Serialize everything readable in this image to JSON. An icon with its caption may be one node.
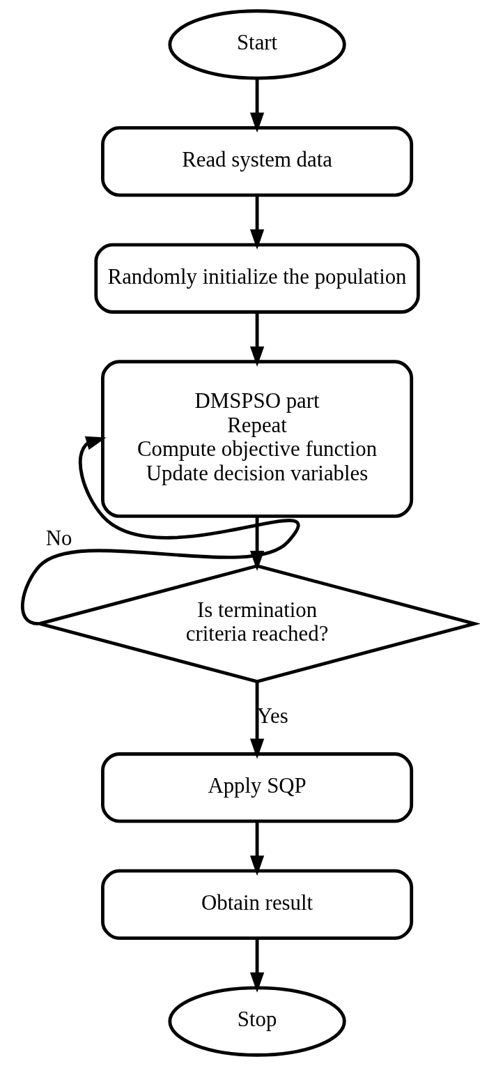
{
  "diagram": {
    "nodes": [
      {
        "text": [
          "Start"
        ]
      },
      {
        "text": [
          "Read system data"
        ]
      },
      {
        "text": [
          "Randomly initialize the population"
        ]
      },
      {
        "text": [
          "DMSPSO part",
          "Repeat",
          "Compute objective function",
          "Update decision variables"
        ]
      },
      {
        "text": [
          "Is termination criteria reached?"
        ]
      },
      {
        "text": [
          "Apply SQP"
        ]
      },
      {
        "text": [
          "Obtain result"
        ]
      },
      {
        "text": [
          "Stop"
        ]
      }
    ],
    "edges": [
      {
        "from": 0,
        "to": 1,
        "arrow": "to"
      },
      {
        "from": 1,
        "to": 2,
        "arrow": "to"
      },
      {
        "from": 2,
        "to": 3,
        "arrow": "to"
      },
      {
        "from": 3,
        "to": 4,
        "arrow": "to"
      },
      {
        "from": 4,
        "to": 3,
        "arrow": "to",
        "label": "No"
      },
      {
        "from": 4,
        "to": 5,
        "arrow": "to",
        "label": "Yes"
      },
      {
        "from": 5,
        "to": 6,
        "arrow": "to"
      },
      {
        "from": 6,
        "to": 7,
        "arrow": "to"
      }
    ]
  }
}
